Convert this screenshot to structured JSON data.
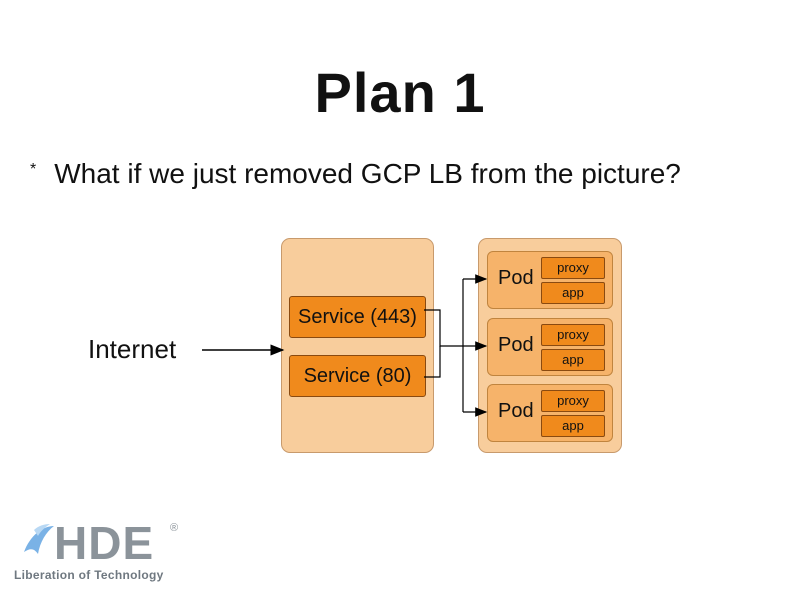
{
  "slide": {
    "title": "Plan 1",
    "bullet_marker": "*",
    "bullet_text": "What if we just removed GCP LB from the picture?"
  },
  "diagram": {
    "source": "Internet",
    "services": [
      {
        "label": "Service (443)"
      },
      {
        "label": "Service (80)"
      }
    ],
    "pods": [
      {
        "label": "Pod",
        "containers": [
          "proxy",
          "app"
        ]
      },
      {
        "label": "Pod",
        "containers": [
          "proxy",
          "app"
        ]
      },
      {
        "label": "Pod",
        "containers": [
          "proxy",
          "app"
        ]
      }
    ]
  },
  "logo": {
    "name": "HDE",
    "registered": "®",
    "tagline": "Liberation of Technology"
  },
  "colors": {
    "panel": "#f8cd9c",
    "service": "#f08a1c",
    "pod": "#f6b36a",
    "logo": "#8b939a",
    "logo_mark": "#7ab2e6"
  }
}
